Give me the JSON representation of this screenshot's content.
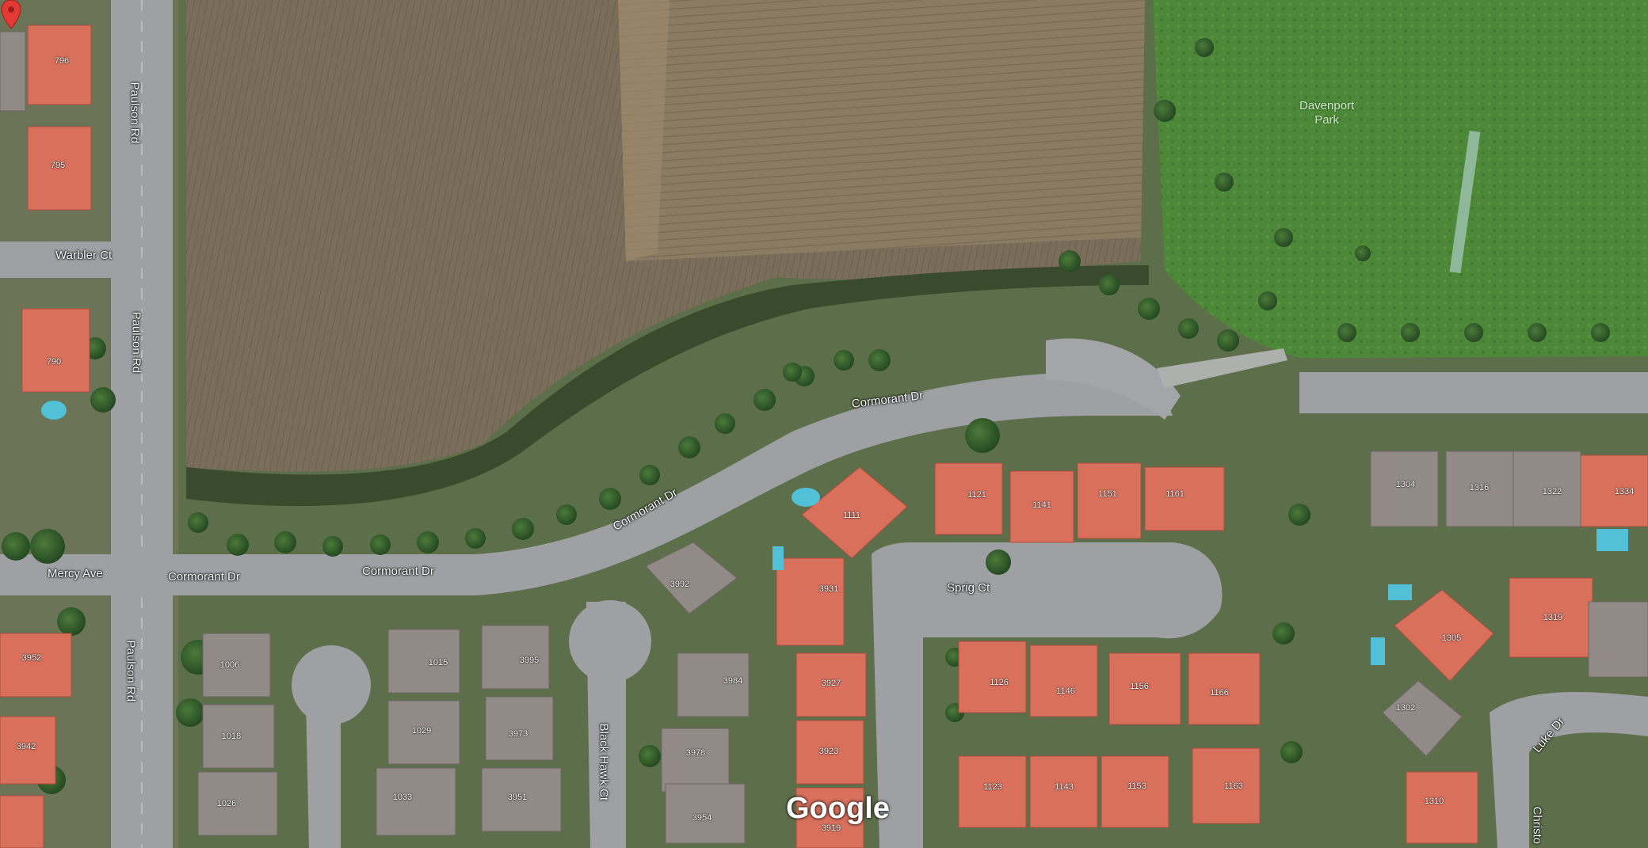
{
  "map": {
    "brand": "Google",
    "marker_icon": "red-location-pin-icon",
    "marker_color": "#e53935",
    "poi": {
      "name_line1": "Davenport",
      "name_line2": "Park"
    },
    "streets": {
      "paulson_rd_1": "Paulson Rd",
      "paulson_rd_2": "Paulson Rd",
      "paulson_rd_3": "Paulson Rd",
      "warbler_ct": "Warbler Ct",
      "mercy_ave": "Mercy Ave",
      "cormorant_dr_1": "Cormorant Dr",
      "cormorant_dr_2": "Cormorant Dr",
      "cormorant_dr_3": "Cormorant Dr",
      "cormorant_dr_4": "Cormorant Dr",
      "sprig_ct": "Sprig Ct",
      "black_hawk_ct": "Black Hawk Ct",
      "luke_dr": "Luke Dr",
      "christo": "Christo"
    },
    "addresses": {
      "a796": "796",
      "a795": "795",
      "a790": "790",
      "a3952": "3952",
      "a3942": "3942",
      "a1006": "1006",
      "a1018": "1018",
      "a1026": "1026",
      "a1015": "1015",
      "a1029": "1029",
      "a1033": "1033",
      "a3995": "3995",
      "a3973": "3973",
      "a3951": "3951",
      "a3992": "3992",
      "a3984": "3984",
      "a3978": "3978",
      "a3954": "3954",
      "a3931": "3931",
      "a3927": "3927",
      "a3923": "3923",
      "a3919": "3919",
      "a1111": "1111",
      "a1121": "1121",
      "a1141": "1141",
      "a1151": "1151",
      "a1161": "1161",
      "a1126": "1126",
      "a1146": "1146",
      "a1156": "1156",
      "a1166": "1166",
      "a1123": "1123",
      "a1143": "1143",
      "a1153": "1153",
      "a1163": "1163",
      "a1304": "1304",
      "a1316": "1316",
      "a1322": "1322",
      "a1334": "1334",
      "a1305": "1305",
      "a1319": "1319",
      "a1302": "1302",
      "a1310": "1310"
    },
    "colors": {
      "field": "#7d6f5c",
      "field_light": "#8c7a64",
      "park_grass": "#4f8a3a",
      "road": "#9c9ea2",
      "red_roof": "#d9705c",
      "gray_roof": "#8f8a86",
      "tree": "#2f5a2a",
      "residential_ground": "#5f7a4a"
    }
  }
}
